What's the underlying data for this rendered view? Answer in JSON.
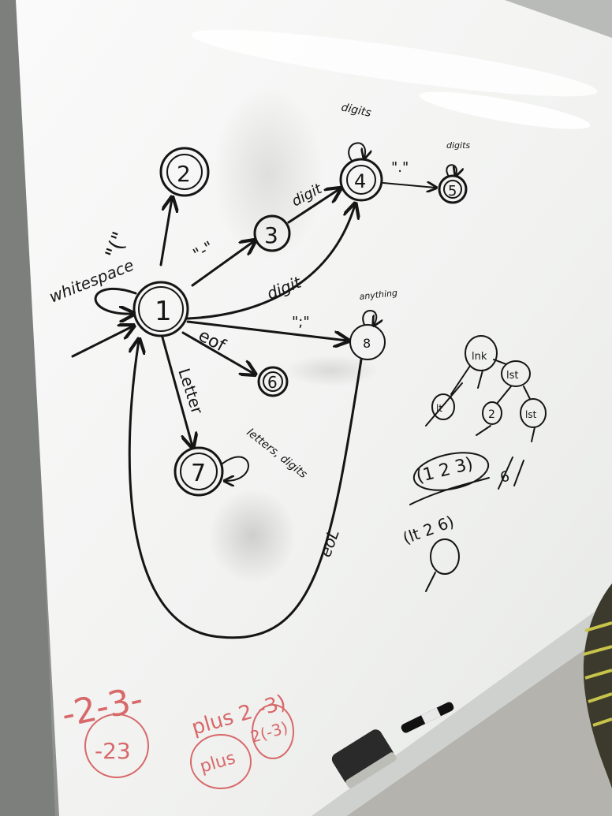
{
  "whiteboard": {
    "states": {
      "s1": "1",
      "s2": "2",
      "s3": "3",
      "s4": "4",
      "s5": "5",
      "s6": "6",
      "s7": "7",
      "s8": "8"
    },
    "labels": {
      "whitespace": "whitespace",
      "open_paren": "\"(\"",
      "minus": "\"-\"",
      "digit_1_3": "digit",
      "digits_loop_4": "digits",
      "dot": "\".\"",
      "digits_loop_5": "digits",
      "digit_1_4": "digit",
      "semicolon": "\";\"",
      "anything": "anything",
      "eof": "eof",
      "letter": "Letter",
      "letters_digits": "letters, digits",
      "eol": "eoL"
    },
    "tree": {
      "root": "lnk",
      "lt": "lt",
      "lst": "lst",
      "two": "2",
      "lst2": "lst",
      "six": "6",
      "expr1": "(1 2 3)",
      "expr2": "(lt 2 6)"
    },
    "red_notes": {
      "expr": "-2-3-",
      "result": "-23",
      "plus_expr": "plus 2 -3)",
      "plus_circled": "plus",
      "args_circled": "2(-3)"
    }
  },
  "colors": {
    "board": "#f4f5f3",
    "ink": "#151515",
    "red_marker": "#d8686a",
    "tray": "#cfd1cf",
    "eraser": "#2a2a2a"
  }
}
